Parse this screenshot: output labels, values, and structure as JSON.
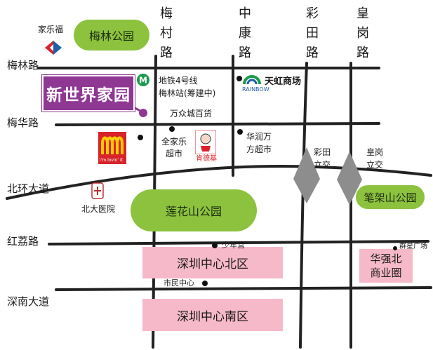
{
  "colors": {
    "road": "#222222",
    "park": "#8cc23e",
    "zone": "#f6b9c9",
    "target": "#8e3793",
    "metro": "#1a9a4a"
  },
  "roads_h": {
    "meilin": "梅林路",
    "meihua": "梅华路",
    "beihuan": "北环大道",
    "hongli": "红荔路",
    "shennan": "深南大道"
  },
  "roads_v": {
    "meicun": "梅村路",
    "zhongkang": "中康路",
    "caitian": "彩田路",
    "huanggang": "皇岗路"
  },
  "parks": {
    "meilin": "梅林公园",
    "lianhua": "莲花山公园",
    "bijia": "笔架山公园"
  },
  "zones": {
    "north": "深圳中心北区",
    "south": "深圳中心南区",
    "huaqiang": "华强北\n商业圈"
  },
  "target": "新世界家园",
  "pois": {
    "carrefour": "家乐福",
    "metro_line1": "地铁4号线",
    "metro_line2": "梅林站(筹建中)",
    "wanzhong": "万众城百货",
    "rainbow": "天虹商场",
    "rainbow_en": "RAINBOW",
    "jiajiale": "全家乐\n超市",
    "kfc": "肯德基",
    "huarun": "华润万\n方超市",
    "caitian_ix": "彩田\n立交",
    "huanggang_ix": "皇岗\n立交",
    "beida": "北大医院",
    "youth": "少年宫",
    "civic": "市民中心",
    "qunxing": "群星广场",
    "mcd_sub": "i'm lovin' it"
  }
}
